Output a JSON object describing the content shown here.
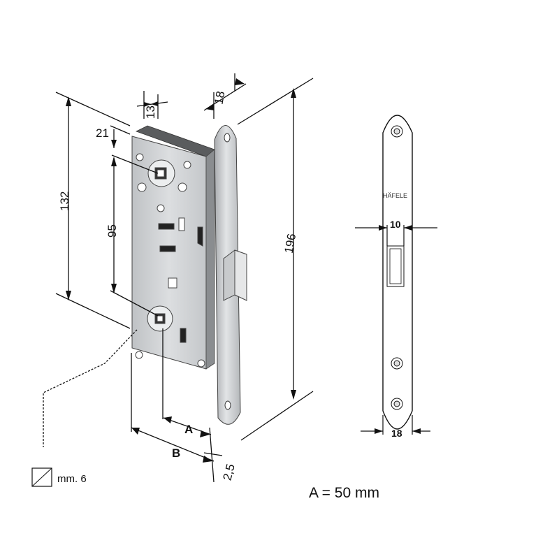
{
  "dimensions": {
    "width_13": "13",
    "width_18_top": "18",
    "offset_21": "21",
    "height_95": "95",
    "height_132": "132",
    "height_196": "196",
    "label_a": "A",
    "label_b": "B",
    "offset_2_5": "2,5",
    "square_size": "mm. 6"
  },
  "faceplate": {
    "brand": "HÄFELE",
    "width_10": "10",
    "width_18": "18"
  },
  "caption": "A = 50 mm",
  "colors": {
    "body": "#d2d4d6",
    "faceplate": "#c9cbcd",
    "line": "#111111"
  }
}
